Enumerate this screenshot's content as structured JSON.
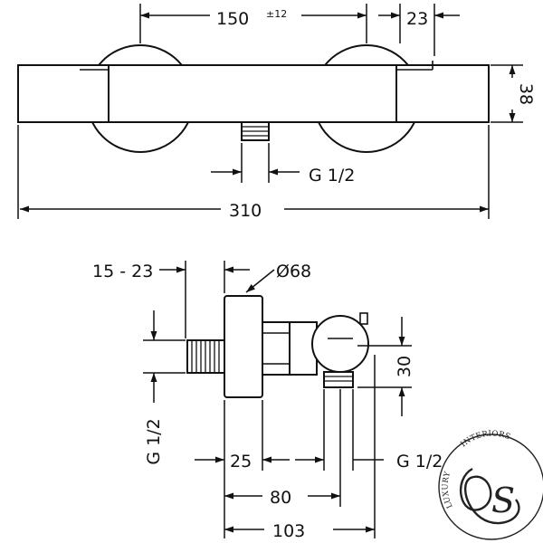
{
  "top_view": {
    "dim_center_spacing": "150",
    "dim_center_tolerance": "±12",
    "dim_right_offset": "23",
    "dim_height": "38",
    "dim_outlet_thread": "G 1/2",
    "dim_overall_length": "310"
  },
  "side_view": {
    "dim_eccentric_range": "15 - 23",
    "dim_rosette_diameter": "Ø68",
    "dim_inlet_thread": "G 1/2",
    "dim_outlet_height": "30",
    "dim_25": "25",
    "dim_80": "80",
    "dim_outlet_thread": "G 1/2",
    "dim_103": "103"
  },
  "logo": {
    "text_left": "LUXURY",
    "text_right": "INTERIORS",
    "monogram": "S"
  }
}
